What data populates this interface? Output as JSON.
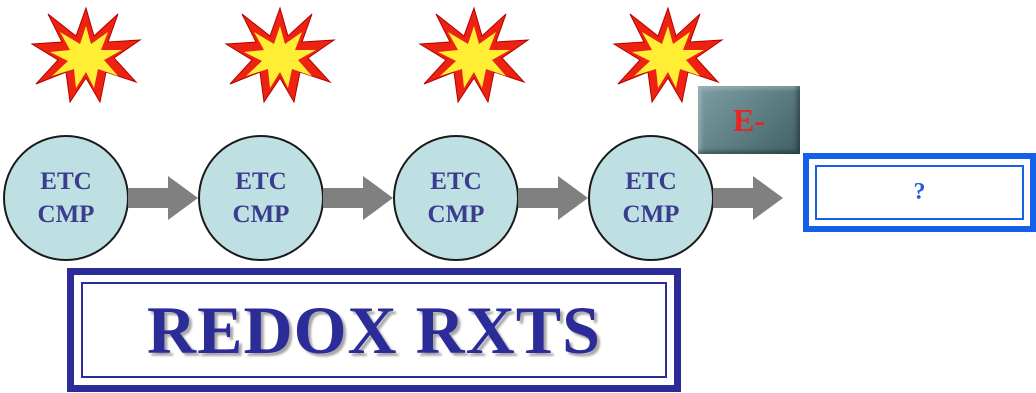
{
  "nodes": [
    {
      "line1": "ETC",
      "line2": "CMP"
    },
    {
      "line1": "ETC",
      "line2": "CMP"
    },
    {
      "line1": "ETC",
      "line2": "CMP"
    },
    {
      "line1": "ETC",
      "line2": "CMP"
    }
  ],
  "electron_label": "E-",
  "output_label": "?",
  "main_label": "REDOX RXTS",
  "colors": {
    "node_fill": "#bfe0e2",
    "node_text": "#3b3b8f",
    "arrow": "#808080",
    "burst_outer": "#ee2211",
    "burst_inner": "#ffee33",
    "electron_text": "#e8251f",
    "output_border": "#1560e8",
    "main_border": "#2c2c99"
  },
  "icons": [
    "explosion-icon",
    "arrow-right-icon"
  ]
}
